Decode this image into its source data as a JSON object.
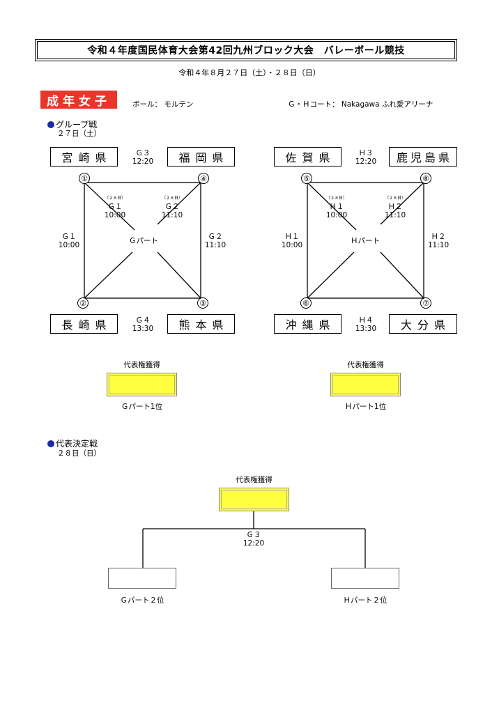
{
  "title": "令和４年度国民体育大会第42回九州ブロック大会　バレーボール競技",
  "dates": "令和４年８月２７日（土）・２８日（日）",
  "category": "成年女子",
  "ball": "ボール：  モルテン",
  "court": "Ｇ・Ｈコート：  Nakagawa ふれ愛アリーナ",
  "group_stage": {
    "title": "グループ戦",
    "date": "２７日（土）"
  },
  "g_part": {
    "teams": {
      "tl": "宮崎県",
      "tr": "福岡県",
      "bl": "長崎県",
      "br": "熊本県"
    },
    "nums": [
      "①",
      "④",
      "②",
      "③"
    ],
    "top_match": {
      "code": "Ｇ３",
      "time": "12:20"
    },
    "bottom_match": {
      "code": "Ｇ４",
      "time": "13:30"
    },
    "left_match": {
      "code": "Ｇ１",
      "time": "10:00"
    },
    "right_match": {
      "code": "Ｇ２",
      "time": "11:10"
    },
    "diag1": {
      "note": "（２８日）",
      "code": "Ｇ１",
      "time": "10:00"
    },
    "diag2": {
      "note": "（２８日）",
      "code": "Ｇ２",
      "time": "11:10"
    },
    "center": "Ｇパート",
    "qual_label": "代表権獲得",
    "rank_label": "Ｇパート1位"
  },
  "h_part": {
    "teams": {
      "tl": "佐賀県",
      "tr": "鹿児島県",
      "bl": "沖縄県",
      "br": "大分県"
    },
    "nums": [
      "⑤",
      "⑧",
      "⑥",
      "⑦"
    ],
    "top_match": {
      "code": "Ｈ３",
      "time": "12:20"
    },
    "bottom_match": {
      "code": "Ｈ４",
      "time": "13:30"
    },
    "left_match": {
      "code": "Ｈ１",
      "time": "10:00"
    },
    "right_match": {
      "code": "Ｈ２",
      "time": "11:10"
    },
    "diag1": {
      "note": "（２８日）",
      "code": "Ｈ１",
      "time": "10:00"
    },
    "diag2": {
      "note": "（２８日）",
      "code": "Ｈ２",
      "time": "11:10"
    },
    "center": "Ｈパート",
    "qual_label": "代表権獲得",
    "rank_label": "Ｈパート1位"
  },
  "final": {
    "title": "代表決定戦",
    "date": "２８日（日）",
    "qual_label": "代表権獲得",
    "match_code": "Ｇ３",
    "match_time": "12:20",
    "left_label": "Ｇパート２位",
    "right_label": "Ｈパート２位"
  },
  "colors": {
    "badge": "#e8372a",
    "qualify": "#ffff40",
    "bullet": "#1a2aa8"
  }
}
